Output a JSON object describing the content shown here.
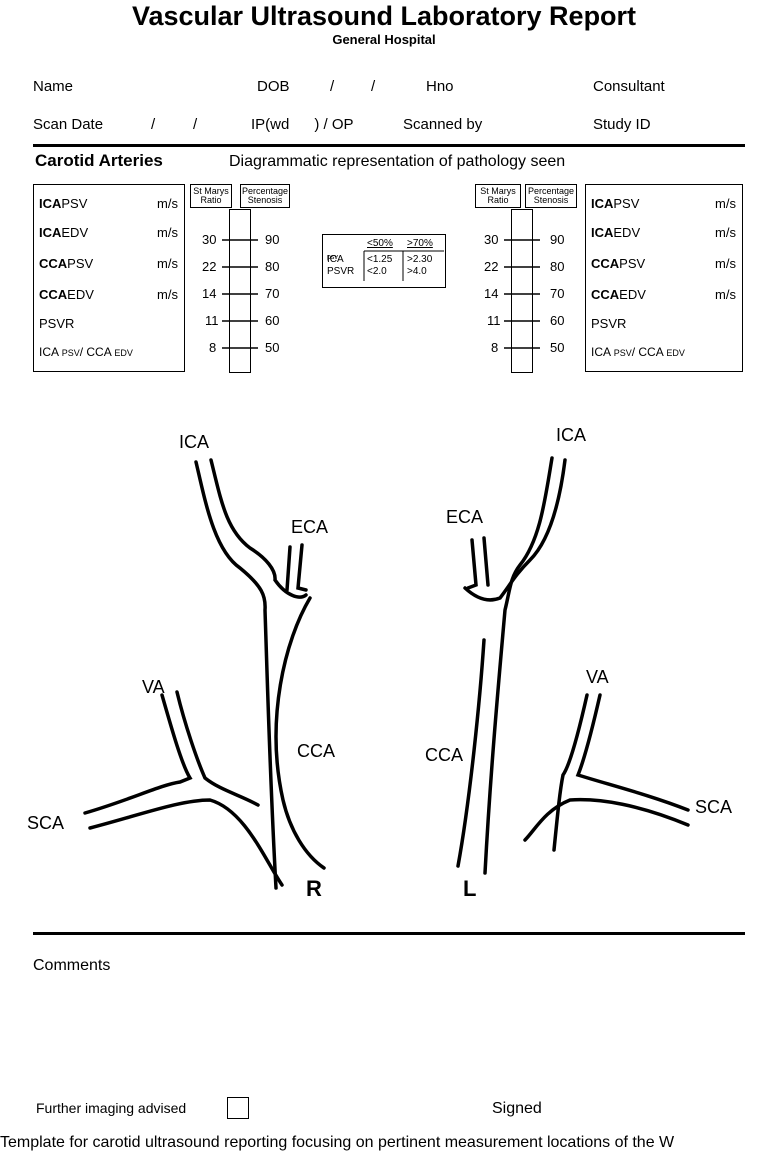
{
  "header": {
    "title": "Vascular Ultrasound Laboratory Report",
    "subtitle": "General Hospital"
  },
  "patient_fields": {
    "name": "Name",
    "dob": "DOB",
    "dob_slash1": "/",
    "dob_slash2": "/",
    "hno": "Hno",
    "consultant": "Consultant",
    "scan_date": "Scan Date",
    "scan_slash1": "/",
    "scan_slash2": "/",
    "ip_op": "IP(wd      ) / OP",
    "scanned_by": "Scanned by",
    "study_id": "Study ID"
  },
  "section": {
    "title": "Carotid Arteries",
    "description": "Diagrammatic representation of pathology seen"
  },
  "measurements": {
    "rows": [
      {
        "main": "ICA",
        "sub": "PSV",
        "unit": "m/s"
      },
      {
        "main": "ICA",
        "sub": "EDV",
        "unit": "m/s"
      },
      {
        "main": "CCA",
        "sub": "PSV",
        "unit": "m/s"
      },
      {
        "main": "CCA",
        "sub": "EDV",
        "unit": "m/s"
      },
      {
        "main": "PSVR",
        "sub": "",
        "unit": ""
      }
    ],
    "ratio_row": {
      "a": "ICA",
      "a_sub": "PSV",
      "sep": "/ CCA",
      "b_sub": "EDV"
    }
  },
  "scale": {
    "ratio_header": "St Marys Ratio",
    "stenosis_header": "Percentage Stenosis",
    "ratios": [
      "30",
      "22",
      "14",
      "11",
      "8"
    ],
    "percents": [
      "90",
      "80",
      "70",
      "60",
      "50"
    ]
  },
  "criteria": {
    "col1": "<50%",
    "col2": ">70%",
    "row1_label": "ICA",
    "row1_sub": "psv",
    "row1_v1": "<1.25",
    "row1_v2": ">2.30",
    "row2_label": "PSVR",
    "row2_v1": "<2.0",
    "row2_v2": ">4.0"
  },
  "diagram": {
    "right": {
      "ica": "ICA",
      "eca": "ECA",
      "va": "VA",
      "cca": "CCA",
      "sca": "SCA",
      "side": "R"
    },
    "left": {
      "ica": "ICA",
      "eca": "ECA",
      "va": "VA",
      "cca": "CCA",
      "sca": "SCA",
      "side": "L"
    }
  },
  "footer": {
    "comments": "Comments",
    "further_imaging": "Further imaging advised",
    "signed": "Signed",
    "caption": "Template for carotid ultrasound reporting focusing on pertinent measurement locations of the W"
  }
}
